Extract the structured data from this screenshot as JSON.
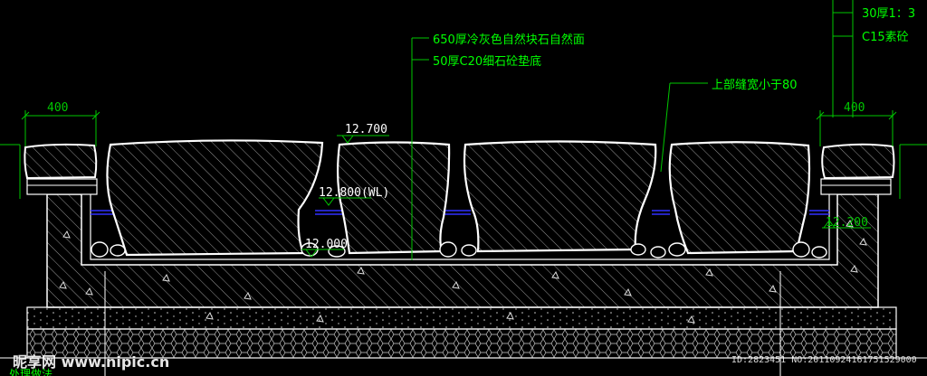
{
  "annotations": {
    "stone_layer": "650厚冷灰色自然块石自然面",
    "base_layer": "50厚C20细石砼垫底",
    "joint_note": "上部缝宽小于80",
    "top_right_1": "30厚1：3",
    "top_right_2": "C15素砼"
  },
  "dimensions": {
    "left_width": "400",
    "right_width": "400"
  },
  "elevations": {
    "top": "12.700",
    "water_level": "12.800(WL)",
    "bottom": "12.000",
    "right": "12.200"
  },
  "watermark": {
    "logo": "昵享网 www.nipic.cn",
    "id": "ID:2823451 NO:20110924161751529000",
    "corner": "处理做法"
  },
  "colors": {
    "background": "#000000",
    "outline": "#ffffff",
    "dimension": "#00c800",
    "annotation": "#00ff00",
    "water": "#3030ff",
    "hatch": "#cfcfcf"
  }
}
